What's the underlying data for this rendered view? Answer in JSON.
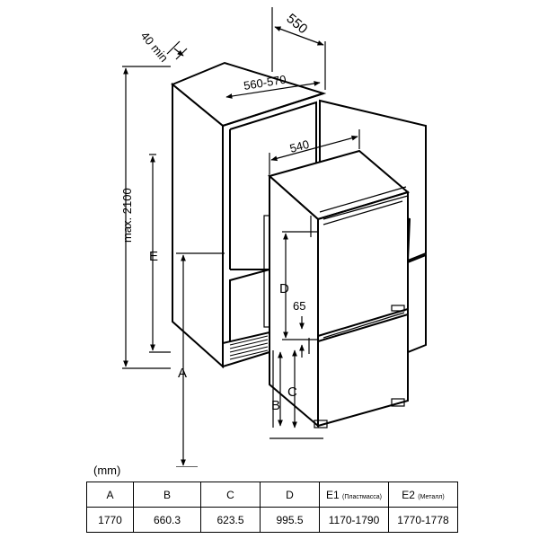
{
  "diagram": {
    "labels": {
      "min40": "40 min",
      "d550": "550",
      "d560_570": "560-570",
      "d540": "540",
      "max2100": "max. 2100",
      "E": "E",
      "D": "D",
      "d65": "65",
      "A": "A",
      "C": "C",
      "B": "B"
    }
  },
  "units": "(mm)",
  "table": {
    "headers": [
      {
        "main": "A",
        "sub": ""
      },
      {
        "main": "B",
        "sub": ""
      },
      {
        "main": "C",
        "sub": ""
      },
      {
        "main": "D",
        "sub": ""
      },
      {
        "main": "E1",
        "sub": "(Пластмасса)"
      },
      {
        "main": "E2",
        "sub": "(Металл)"
      }
    ],
    "values": [
      "1770",
      "660.3",
      "623.5",
      "995.5",
      "1170-1790",
      "1770-1778"
    ]
  }
}
